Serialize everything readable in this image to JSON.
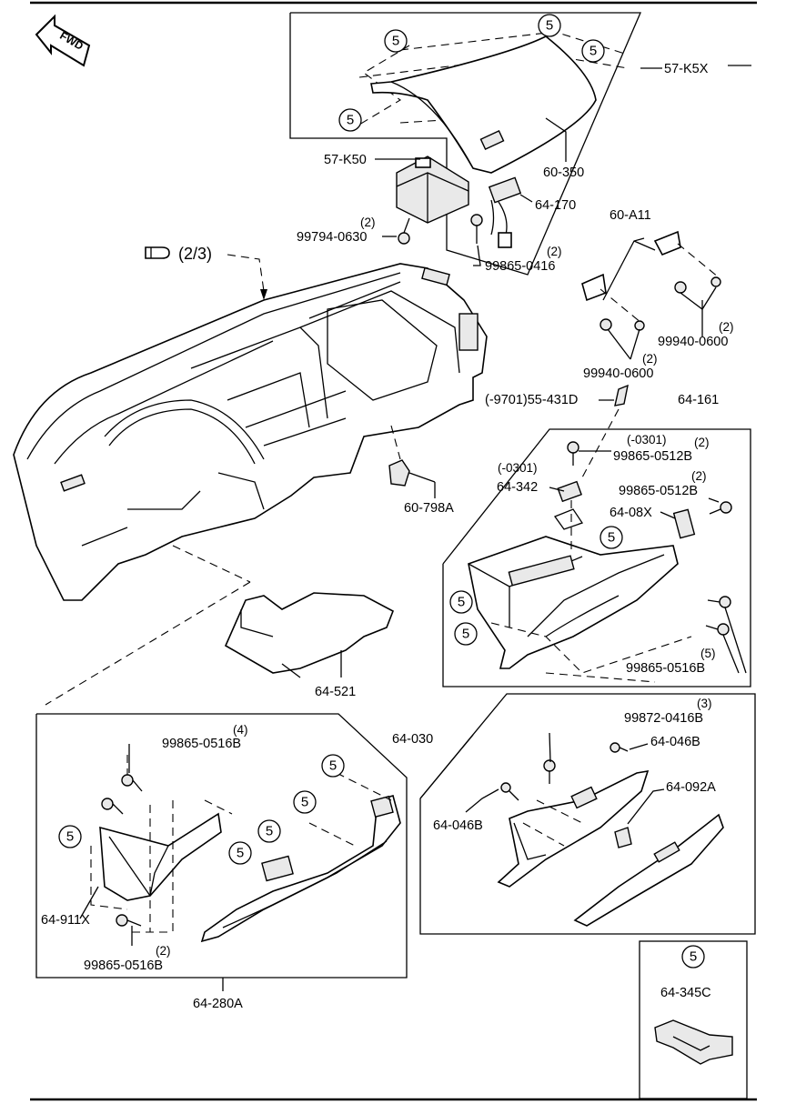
{
  "fwd_label": "FWD",
  "ref_label": "(2/3)",
  "circle_mark": "5",
  "parts": {
    "p57k5x": "57-K5X",
    "p57k50": "57-K50",
    "p60350": "60-350",
    "p64170": "64-170",
    "p99794_q": "(2)",
    "p99794": "99794-0630",
    "p99865_0416_q": "(2)",
    "p99865_0416": "99865-0416",
    "p60a11": "60-A11",
    "p99940a_q": "(2)",
    "p99940a": "99940-0600",
    "p99940b_q": "(2)",
    "p99940b": "99940-0600",
    "p55431d": "(-9701)55-431D",
    "p64161": "64-161",
    "p0301a": "(-0301)",
    "p99865_0512_q1": "(2)",
    "p99865_0512_1": "99865-0512B",
    "p0301b": "(-0301)",
    "p64342": "64-342",
    "p99865_0512_q2": "(2)",
    "p99865_0512_2": "99865-0512B",
    "p6408x": "64-08X",
    "p60798a": "60-798A",
    "p64521": "64-521",
    "p99865_0516_q5": "(5)",
    "p99865_0516_5": "99865-0516B",
    "p64030": "64-030",
    "p99872_q": "(3)",
    "p99872": "99872-0416B",
    "p64046b_1": "64-046B",
    "p64046b_2": "64-046B",
    "p64092a": "64-092A",
    "p99865_0516_q4": "(4)",
    "p99865_0516_4": "99865-0516B",
    "p64911x": "64-911X",
    "p99865_0516_q2": "(2)",
    "p99865_0516_2": "99865-0516B",
    "p64280a": "64-280A",
    "p64345c": "64-345C"
  }
}
